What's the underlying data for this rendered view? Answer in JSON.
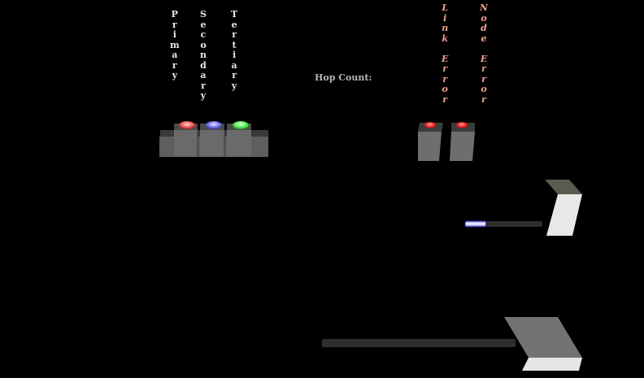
{
  "indicators": {
    "primary": {
      "label": "Primary",
      "color": "#ff6b6b"
    },
    "secondary": {
      "label": "Secondary",
      "color": "#8c8cff"
    },
    "tertiary": {
      "label": "Tertiary",
      "color": "#6bff6b"
    }
  },
  "errors": {
    "link": {
      "label": "Link Error",
      "color": "#ff3b3b"
    },
    "node": {
      "label": "Node Error",
      "color": "#ff3b3b"
    }
  },
  "hop_count": {
    "label": "Hop Count:",
    "fill_fraction": 0.27
  },
  "lower_slider": {
    "fill_fraction": 0.0
  }
}
